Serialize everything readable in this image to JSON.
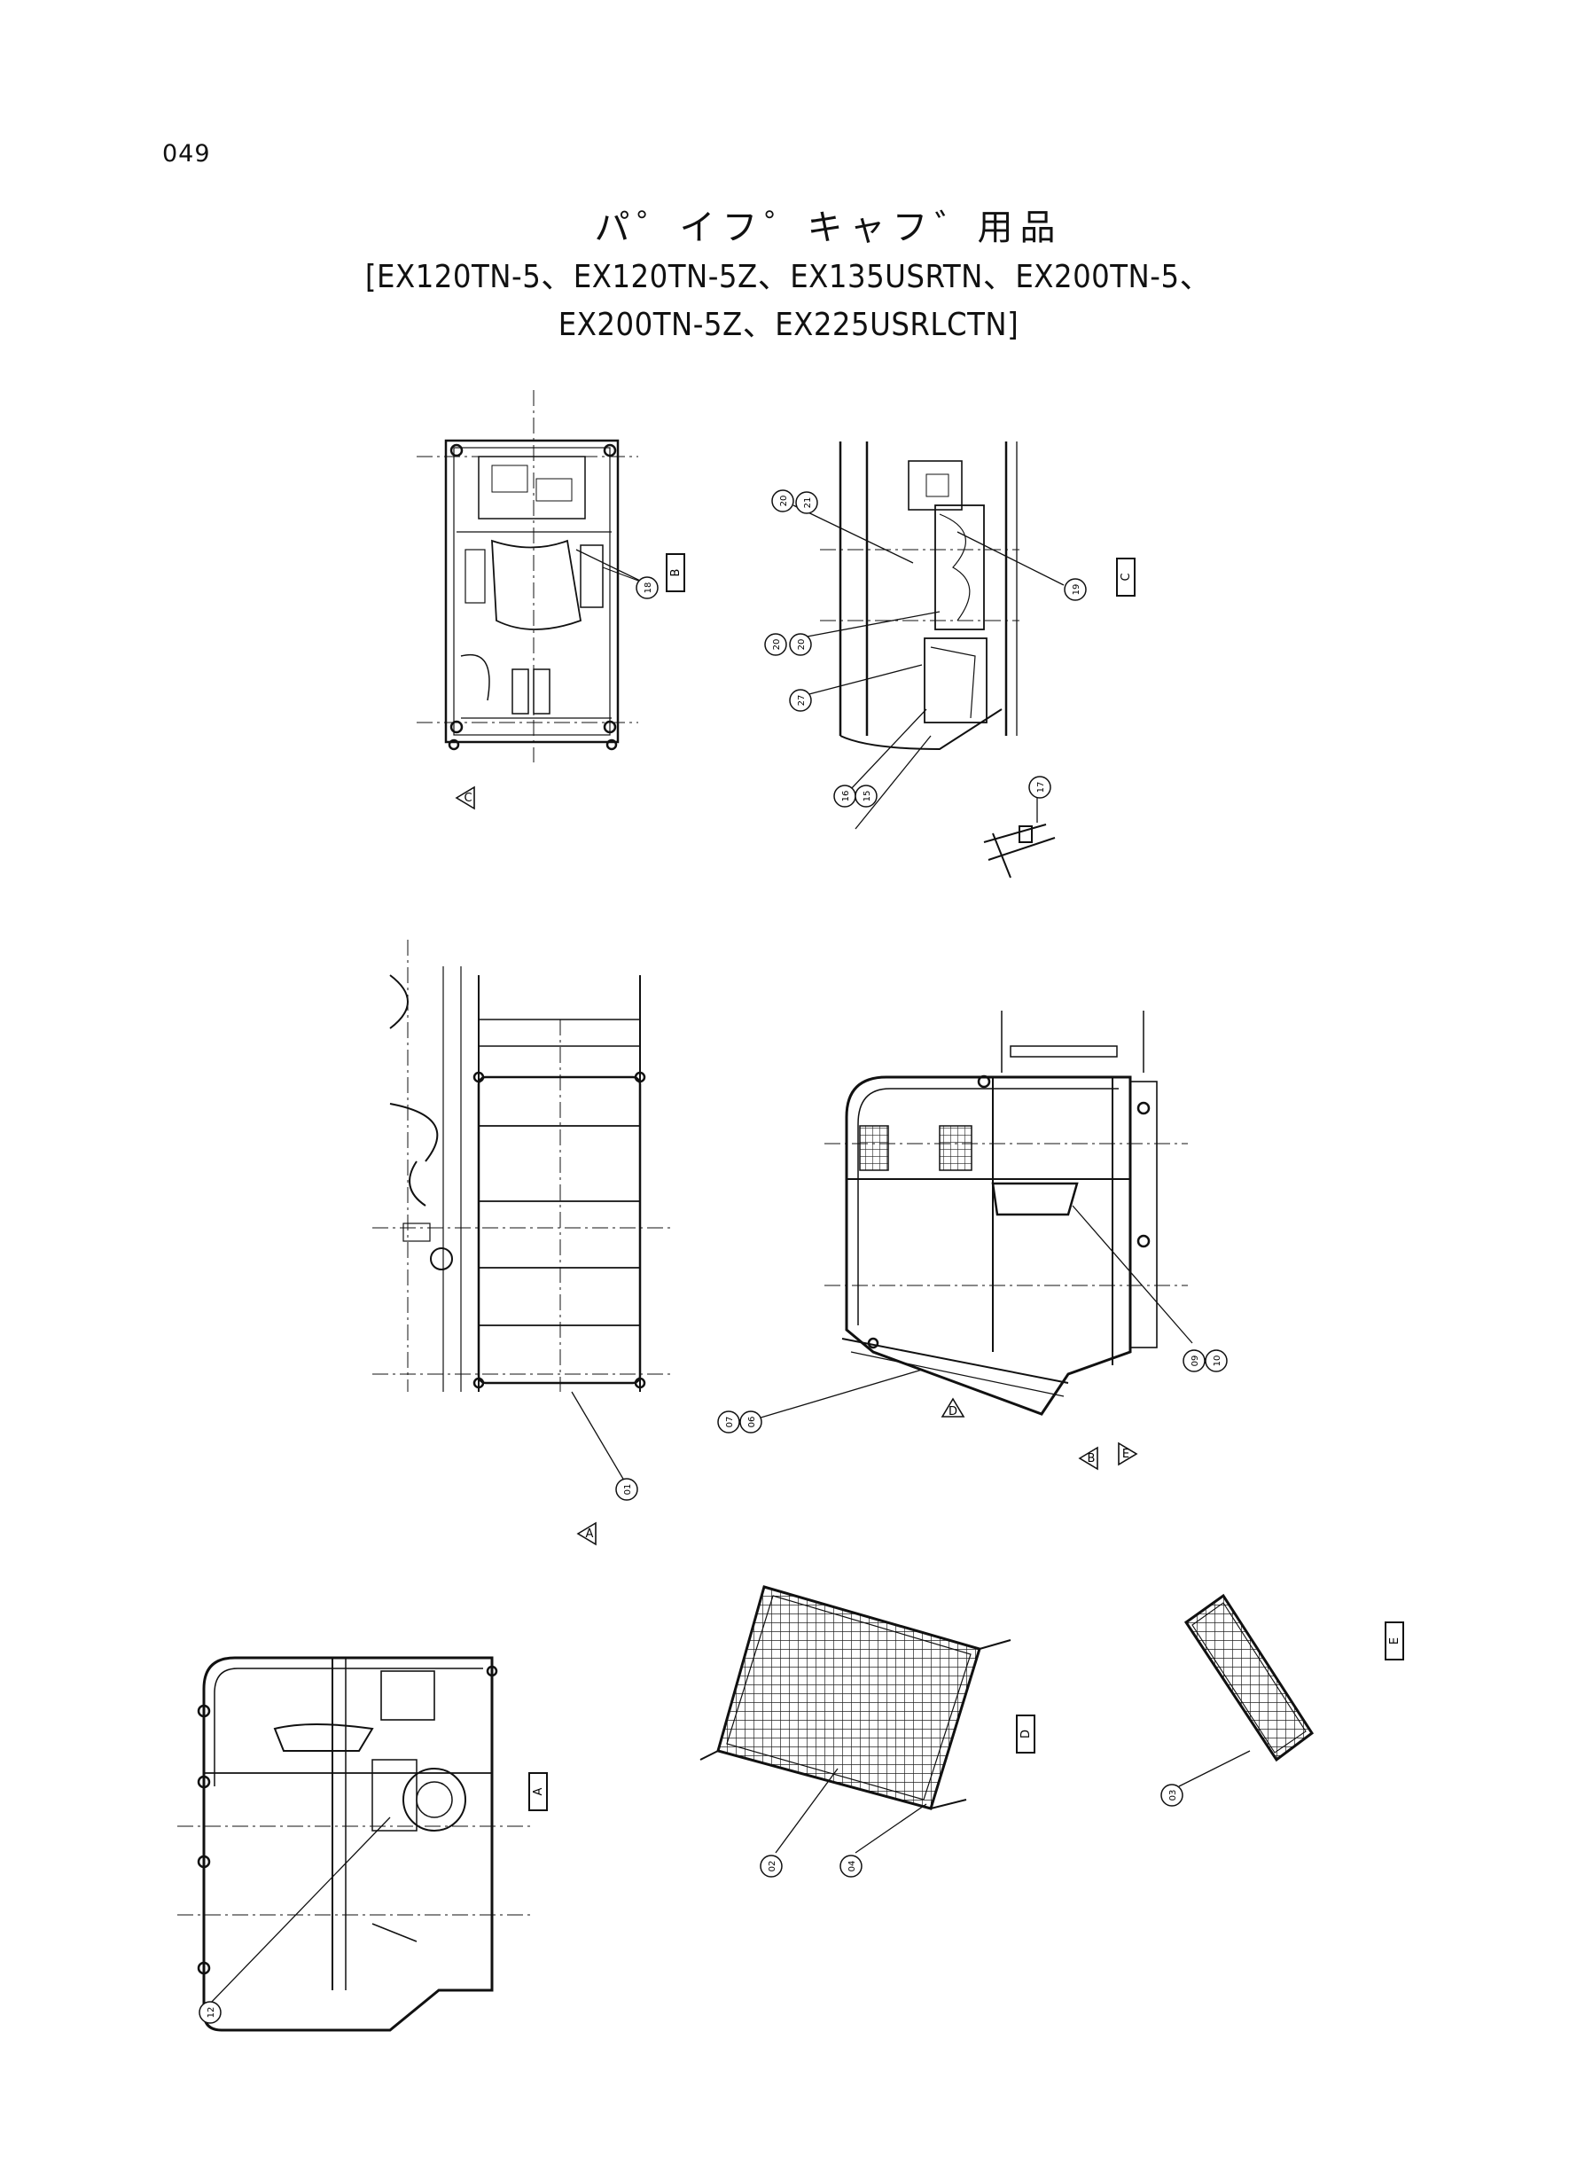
{
  "page": {
    "number": "049",
    "title": "パ゜イフ゜キャフ゛用品",
    "models_line1": "[EX120TN-5、EX120TN-5Z、EX135USRTN、EX200TN-5、",
    "models_line2": "EX200TN-5Z、EX225USRLCTN]"
  },
  "callouts": [
    {
      "id": "c18",
      "label": "18"
    },
    {
      "id": "c19",
      "label": "19"
    },
    {
      "id": "c20",
      "label": "20"
    },
    {
      "id": "c20b",
      "label": "20"
    },
    {
      "id": "c21",
      "label": "21"
    },
    {
      "id": "c27",
      "label": "27"
    },
    {
      "id": "c16",
      "label": "16"
    },
    {
      "id": "c15",
      "label": "15"
    },
    {
      "id": "c17",
      "label": "17"
    },
    {
      "id": "c01",
      "label": "01"
    },
    {
      "id": "c07",
      "label": "07"
    },
    {
      "id": "c06",
      "label": "06"
    },
    {
      "id": "c09",
      "label": "09"
    },
    {
      "id": "c10",
      "label": "10"
    },
    {
      "id": "c12",
      "label": "12"
    },
    {
      "id": "c02",
      "label": "02"
    },
    {
      "id": "c04",
      "label": "04"
    },
    {
      "id": "c03",
      "label": "03"
    }
  ],
  "view_tags": [
    {
      "id": "tagB",
      "letter": "B"
    },
    {
      "id": "tagC",
      "letter": "C"
    },
    {
      "id": "tagA",
      "letter": "A"
    },
    {
      "id": "tagD",
      "letter": "D"
    },
    {
      "id": "tagE",
      "letter": "E"
    }
  ],
  "view_arrows": [
    {
      "id": "arrC",
      "letter": "C"
    },
    {
      "id": "arrA",
      "letter": "A"
    },
    {
      "id": "arrD",
      "letter": "D"
    },
    {
      "id": "arrB",
      "letter": "B"
    },
    {
      "id": "arrE",
      "letter": "E"
    }
  ]
}
